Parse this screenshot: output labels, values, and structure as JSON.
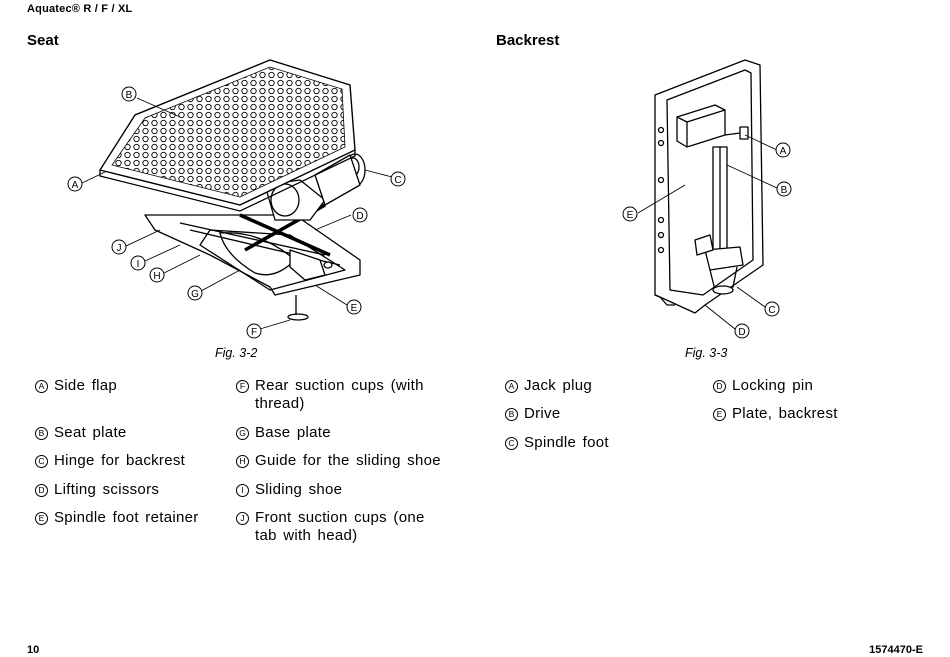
{
  "header": {
    "product": "Aquatec® R / F / XL"
  },
  "seat": {
    "title": "Seat",
    "figure_caption": "Fig. 3-2",
    "callouts": [
      "A",
      "B",
      "C",
      "D",
      "E",
      "F",
      "G",
      "H",
      "I",
      "J"
    ],
    "legend": [
      {
        "key": "A",
        "text": "Side flap"
      },
      {
        "key": "B",
        "text": "Seat plate"
      },
      {
        "key": "C",
        "text": "Hinge for backrest"
      },
      {
        "key": "D",
        "text": "Lifting scissors"
      },
      {
        "key": "E",
        "text": "Spindle foot retainer"
      },
      {
        "key": "F",
        "text": "Rear suction cups (with thread)"
      },
      {
        "key": "G",
        "text": "Base plate"
      },
      {
        "key": "H",
        "text": "Guide for the sliding shoe"
      },
      {
        "key": "I",
        "text": "Sliding shoe"
      },
      {
        "key": "J",
        "text": "Front suction cups (one tab with head)"
      }
    ]
  },
  "backrest": {
    "title": "Backrest",
    "figure_caption": "Fig. 3-3",
    "callouts": [
      "A",
      "B",
      "C",
      "D",
      "E"
    ],
    "legend": [
      {
        "key": "A",
        "text": "Jack plug"
      },
      {
        "key": "B",
        "text": "Drive"
      },
      {
        "key": "C",
        "text": "Spindle foot"
      },
      {
        "key": "D",
        "text": "Locking pin"
      },
      {
        "key": "E",
        "text": "Plate, backrest"
      }
    ]
  },
  "footer": {
    "page_number": "10",
    "doc_number": "1574470-E"
  }
}
